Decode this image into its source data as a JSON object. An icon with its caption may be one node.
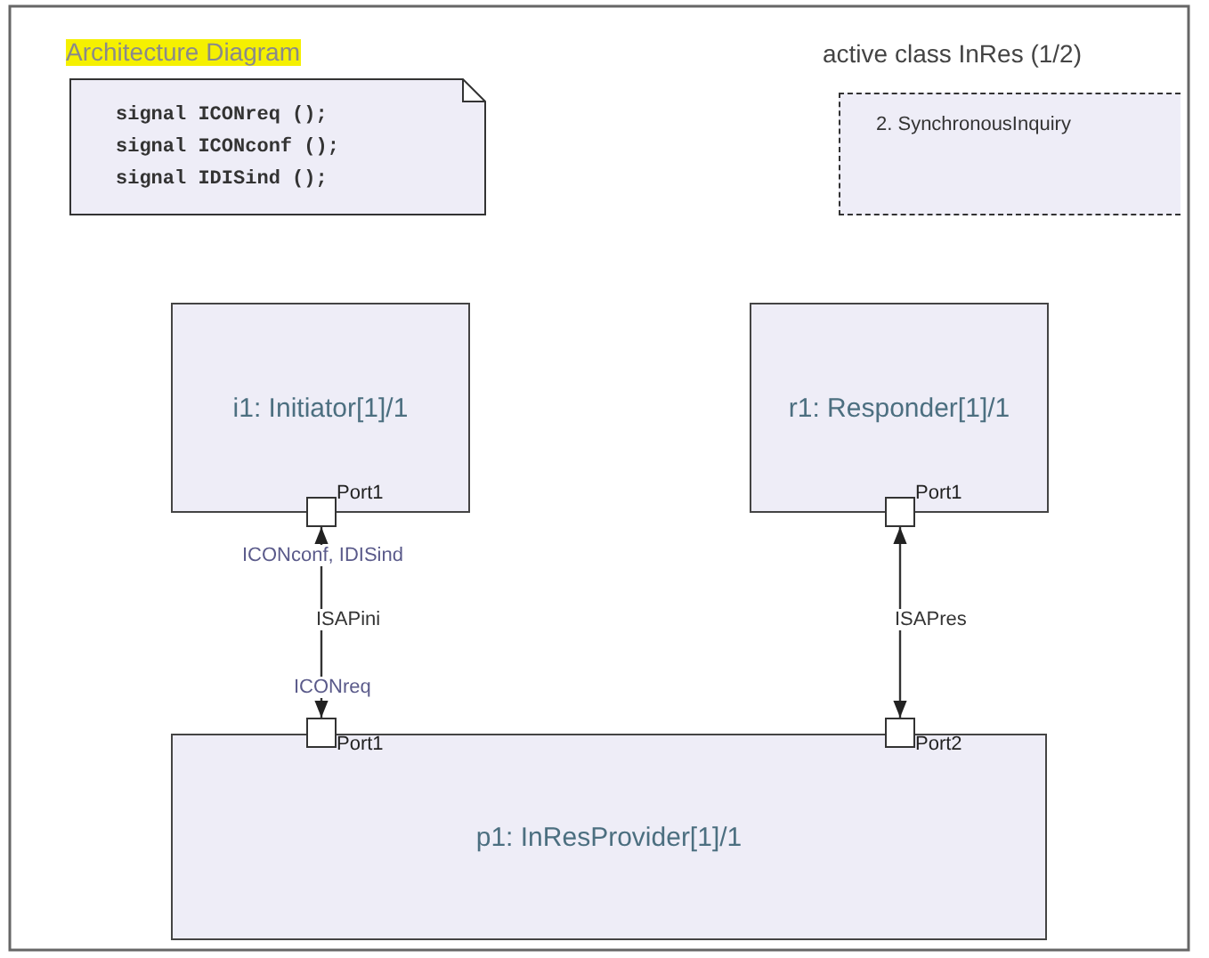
{
  "diagram": {
    "title": "Architecture Diagram",
    "nodes": [
      {
        "text": [
          "signal ICONreq ();",
          "signal ICONconf ();",
          "signal IDISind ();"
        ]
      },
      {
        "text": [
          "2. SynchronousInquiry"
        ]
      },
      {
        "text": [
          "i1: Initiator[1]/1"
        ]
      },
      {
        "text": [],
        "shape": "box",
        "beside": [
          "Port1"
        ]
      },
      {
        "text": [
          "r1: Responder[1]/1"
        ]
      },
      {
        "text": [],
        "shape": "box",
        "beside": [
          "Port1"
        ]
      },
      {
        "text": [
          "p1: InResProvider[1]/1"
        ]
      },
      {
        "text": [],
        "shape": "box",
        "beside": [
          "Port1"
        ]
      },
      {
        "text": [],
        "shape": "box",
        "beside": [
          "Port2"
        ]
      }
    ],
    "edges": [
      {
        "from": 3,
        "to": 7,
        "arrow": "both",
        "label": "ISAPini"
      },
      {
        "from": 5,
        "to": 8,
        "arrow": "both",
        "label": "ISAPres"
      }
    ],
    "labels": [
      "active class InRes (1/2)",
      "ICONconf, IDISind",
      "ICONreq"
    ]
  }
}
